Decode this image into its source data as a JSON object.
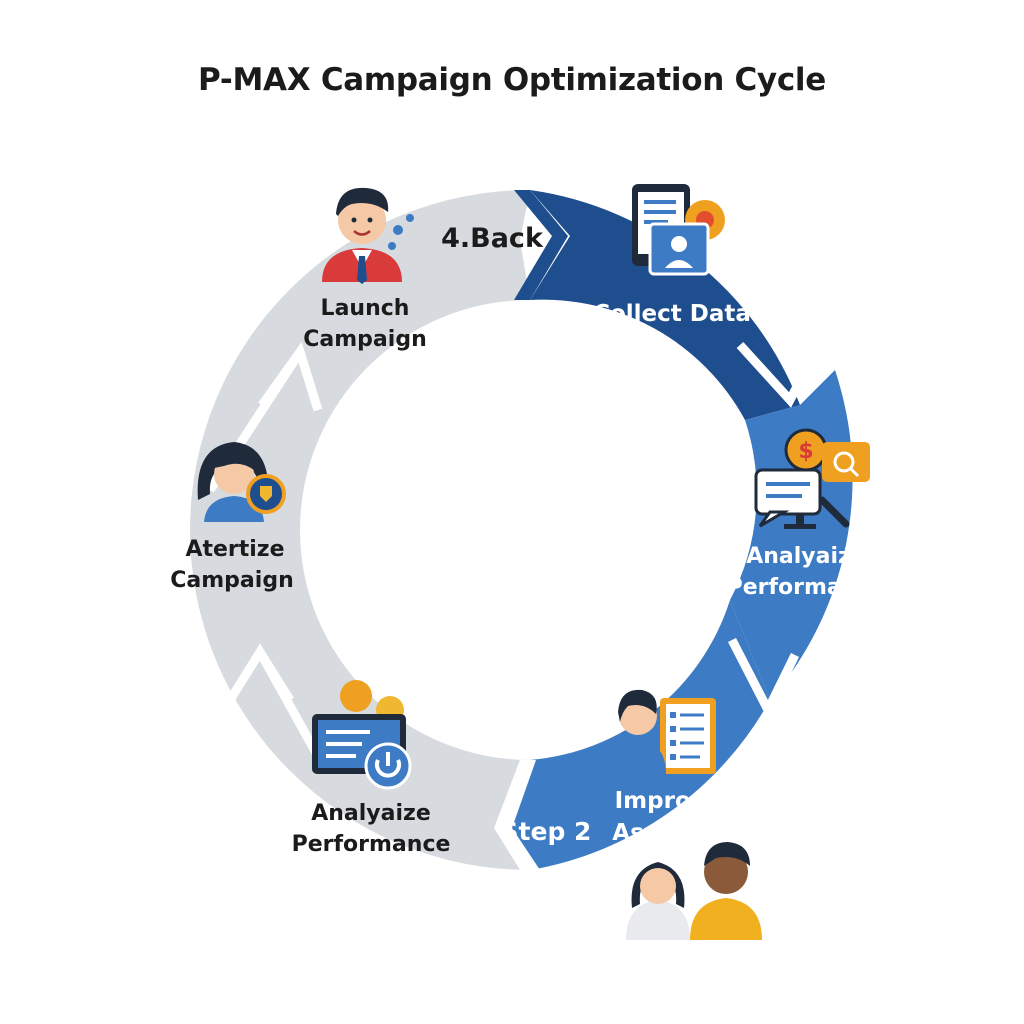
{
  "title": "P-MAX Campaign Optimization Cycle",
  "labels": {
    "back": "4.Back",
    "collect": "Collect Data",
    "analyze_right": [
      "Analyaize",
      "Performance"
    ],
    "improve": [
      "Improve",
      "Assets"
    ],
    "step2": "Step 2",
    "analyze_bottom": [
      "Analyaize",
      "Performance"
    ],
    "atertize": [
      "Atertize",
      "Campaign"
    ],
    "launch": [
      "Launch",
      "Campaign"
    ]
  },
  "icons": {
    "launch": "businessman-icon",
    "collect": "documents-profile-icon",
    "analyze_right": "chat-dollar-search-icon",
    "improve": "person-checklist-icon",
    "team": "team-people-icon",
    "analyze_bottom": "laptop-power-icon",
    "atertize": "woman-badge-icon"
  },
  "colors": {
    "dark_blue": "#1f4e8e",
    "mid_blue": "#3d7bc4",
    "light_gray": "#d7dbe0",
    "text_dark": "#1b1b1b",
    "text_white": "#ffffff"
  }
}
